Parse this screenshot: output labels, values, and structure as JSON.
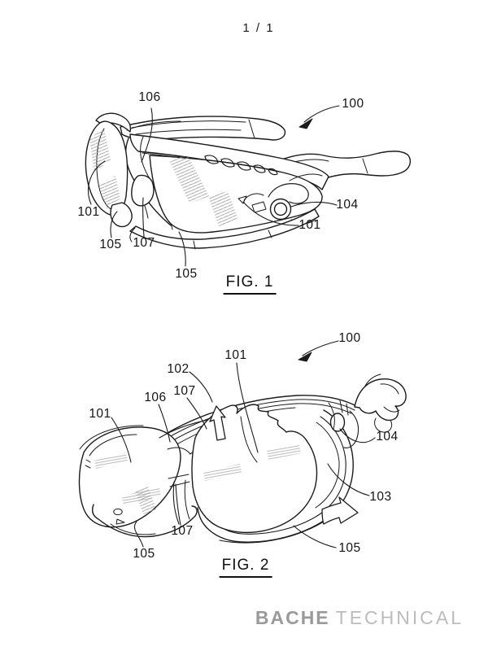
{
  "page": {
    "indicator": "1 / 1"
  },
  "figures": [
    {
      "caption": "FIG. 1",
      "labels": {
        "n106": "106",
        "n100": "100",
        "n101_left": "101",
        "n105_left": "105",
        "n107": "107",
        "n105_bottom": "105",
        "n104": "104",
        "n101_right": "101"
      }
    },
    {
      "caption": "FIG. 2",
      "labels": {
        "n100": "100",
        "n101_top": "101",
        "n102": "102",
        "n107_upper": "107",
        "n106": "106",
        "n101_left": "101",
        "n104": "104",
        "n103": "103",
        "n105_right": "105",
        "n107_bottom": "107",
        "n105_left": "105"
      }
    }
  ],
  "watermark": {
    "brand": "BACHE",
    "suffix": "TECHNICAL"
  },
  "colors": {
    "line": "#1b1b1b",
    "hatch": "#9a9a9a"
  }
}
